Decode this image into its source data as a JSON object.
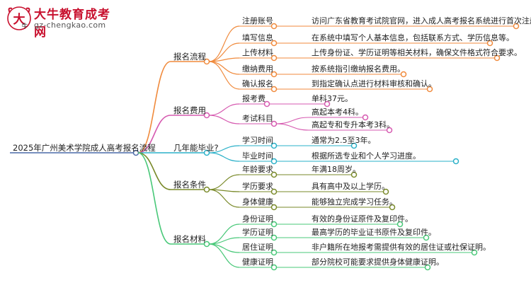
{
  "logo": {
    "title": "大牛教育成考网",
    "url": "gz-chengkao.com"
  },
  "mindmap": {
    "root": "2025年广州美术学院成人高考报名流程",
    "branches": [
      {
        "label": "报名流程",
        "color": "#f08a3c",
        "children": [
          {
            "label": "注册账号",
            "leaf": "访问广东省教育考试院官网，进入成人高考报名系统进行首次注册。"
          },
          {
            "label": "填写信息",
            "leaf": "在系统中填写个人基本信息，包括联系方式、学历信息等。"
          },
          {
            "label": "上传材料",
            "leaf": "上传身份证、学历证明等相关材料，确保文件格式符合要求。"
          },
          {
            "label": "缴纳费用",
            "leaf": "按系统指引缴纳报名费用。"
          },
          {
            "label": "确认报名",
            "leaf": "到指定确认点进行材料审核和确认。"
          }
        ]
      },
      {
        "label": "报名费用",
        "color": "#d65ab0",
        "children": [
          {
            "label": "报考费",
            "leaf": "单科37元。"
          },
          {
            "label": "考试科目",
            "leaves": [
              "高起本考4科。",
              "高起专和专升本考3科。"
            ]
          }
        ]
      },
      {
        "label": "几年能毕业?",
        "color": "#2ab0c8",
        "children": [
          {
            "label": "学习时间",
            "leaf": "通常为2.5至3年。"
          },
          {
            "label": "毕业时间",
            "leaf": "根据所选专业和个人学习进度。"
          }
        ]
      },
      {
        "label": "报名条件",
        "color": "#7a8a2a",
        "children": [
          {
            "label": "年龄要求",
            "leaf": "年满18周岁。"
          },
          {
            "label": "学历要求",
            "leaf": "具有高中及以上学历。"
          },
          {
            "label": "身体健康",
            "leaf": "能够独立完成学习任务。"
          }
        ]
      },
      {
        "label": "报名材料",
        "color": "#48c878",
        "children": [
          {
            "label": "身份证明",
            "leaf": "有效的身份证原件及复印件。"
          },
          {
            "label": "学历证明",
            "leaf": "最高学历的毕业证书原件及复印件。"
          },
          {
            "label": "居住证明",
            "leaf": "非户籍所在地报考需提供有效的居住证或社保证明。"
          },
          {
            "label": "健康证明",
            "leaf": "部分院校可能要求提供身体健康证明。"
          }
        ]
      }
    ]
  }
}
